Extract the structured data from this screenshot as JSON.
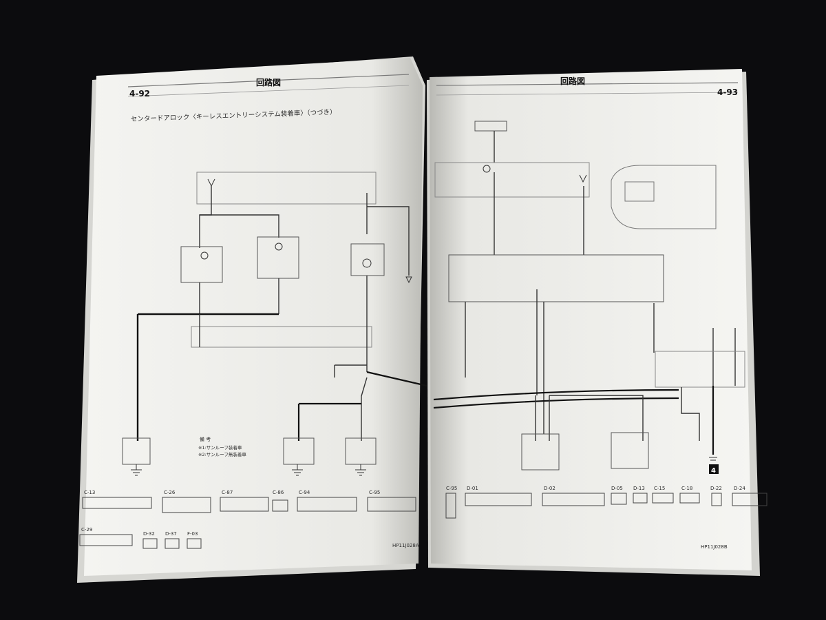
{
  "left_page": {
    "page_number": "4-92",
    "section_header": "回路図",
    "diagram_title": "センタードアロック〈キーレスエントリーシステム装着車〉（つづき）",
    "notes_heading": "備 考",
    "note_1": "※1:サンルーフ装着車",
    "note_2": "※2:サンルーフ無装着車",
    "drawing_code": "HP11J028A",
    "top_connector_labels": [
      "C-13",
      "C-26",
      "C-87",
      "C-86",
      "C-94",
      "C-95"
    ],
    "bottom_connector_labels": [
      "C-29",
      "D-32",
      "D-37",
      "F-03"
    ]
  },
  "right_page": {
    "page_number": "4-93",
    "section_header": "回路図",
    "drawing_code": "HP11J028B",
    "ground_mark": "4",
    "connector_labels": [
      "C-95",
      "D-01",
      "D-02",
      "D-05",
      "D-13",
      "C-15",
      "C-18",
      "D-22",
      "D-24"
    ]
  }
}
